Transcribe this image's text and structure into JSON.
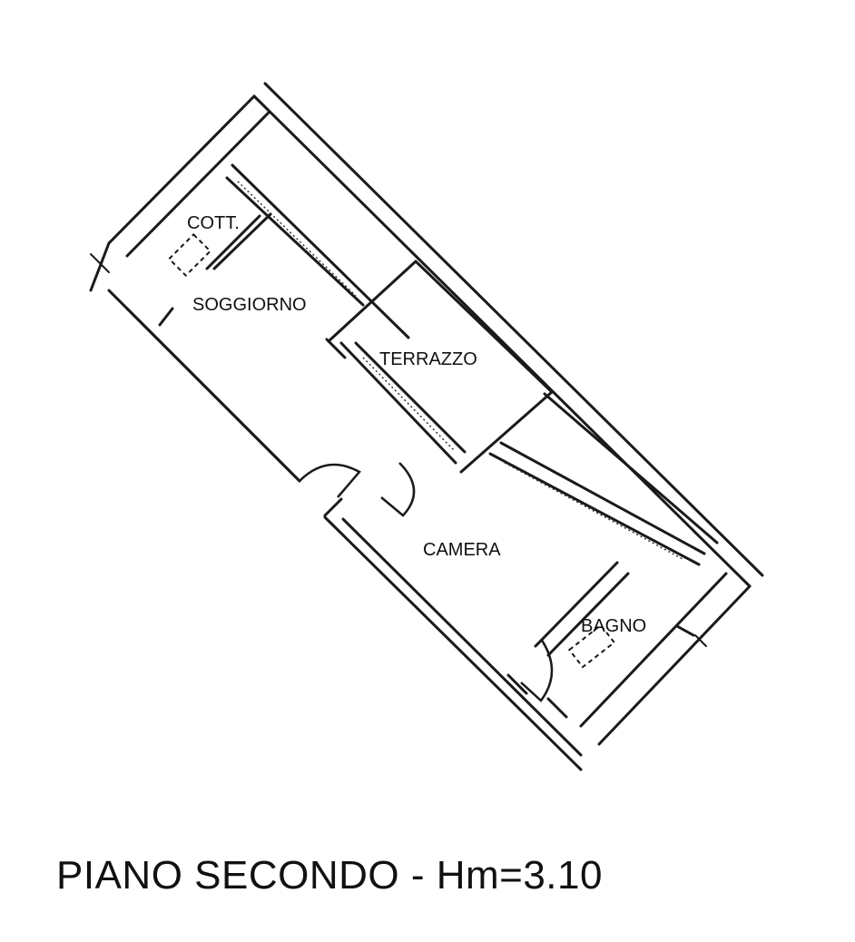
{
  "rooms": {
    "cott": "COTT.",
    "soggiorno": "SOGGIORNO",
    "terrazzo": "TERRAZZO",
    "camera": "CAMERA",
    "bagno": "BAGNO"
  },
  "caption": "PIANO SECONDO - Hm=3.10"
}
